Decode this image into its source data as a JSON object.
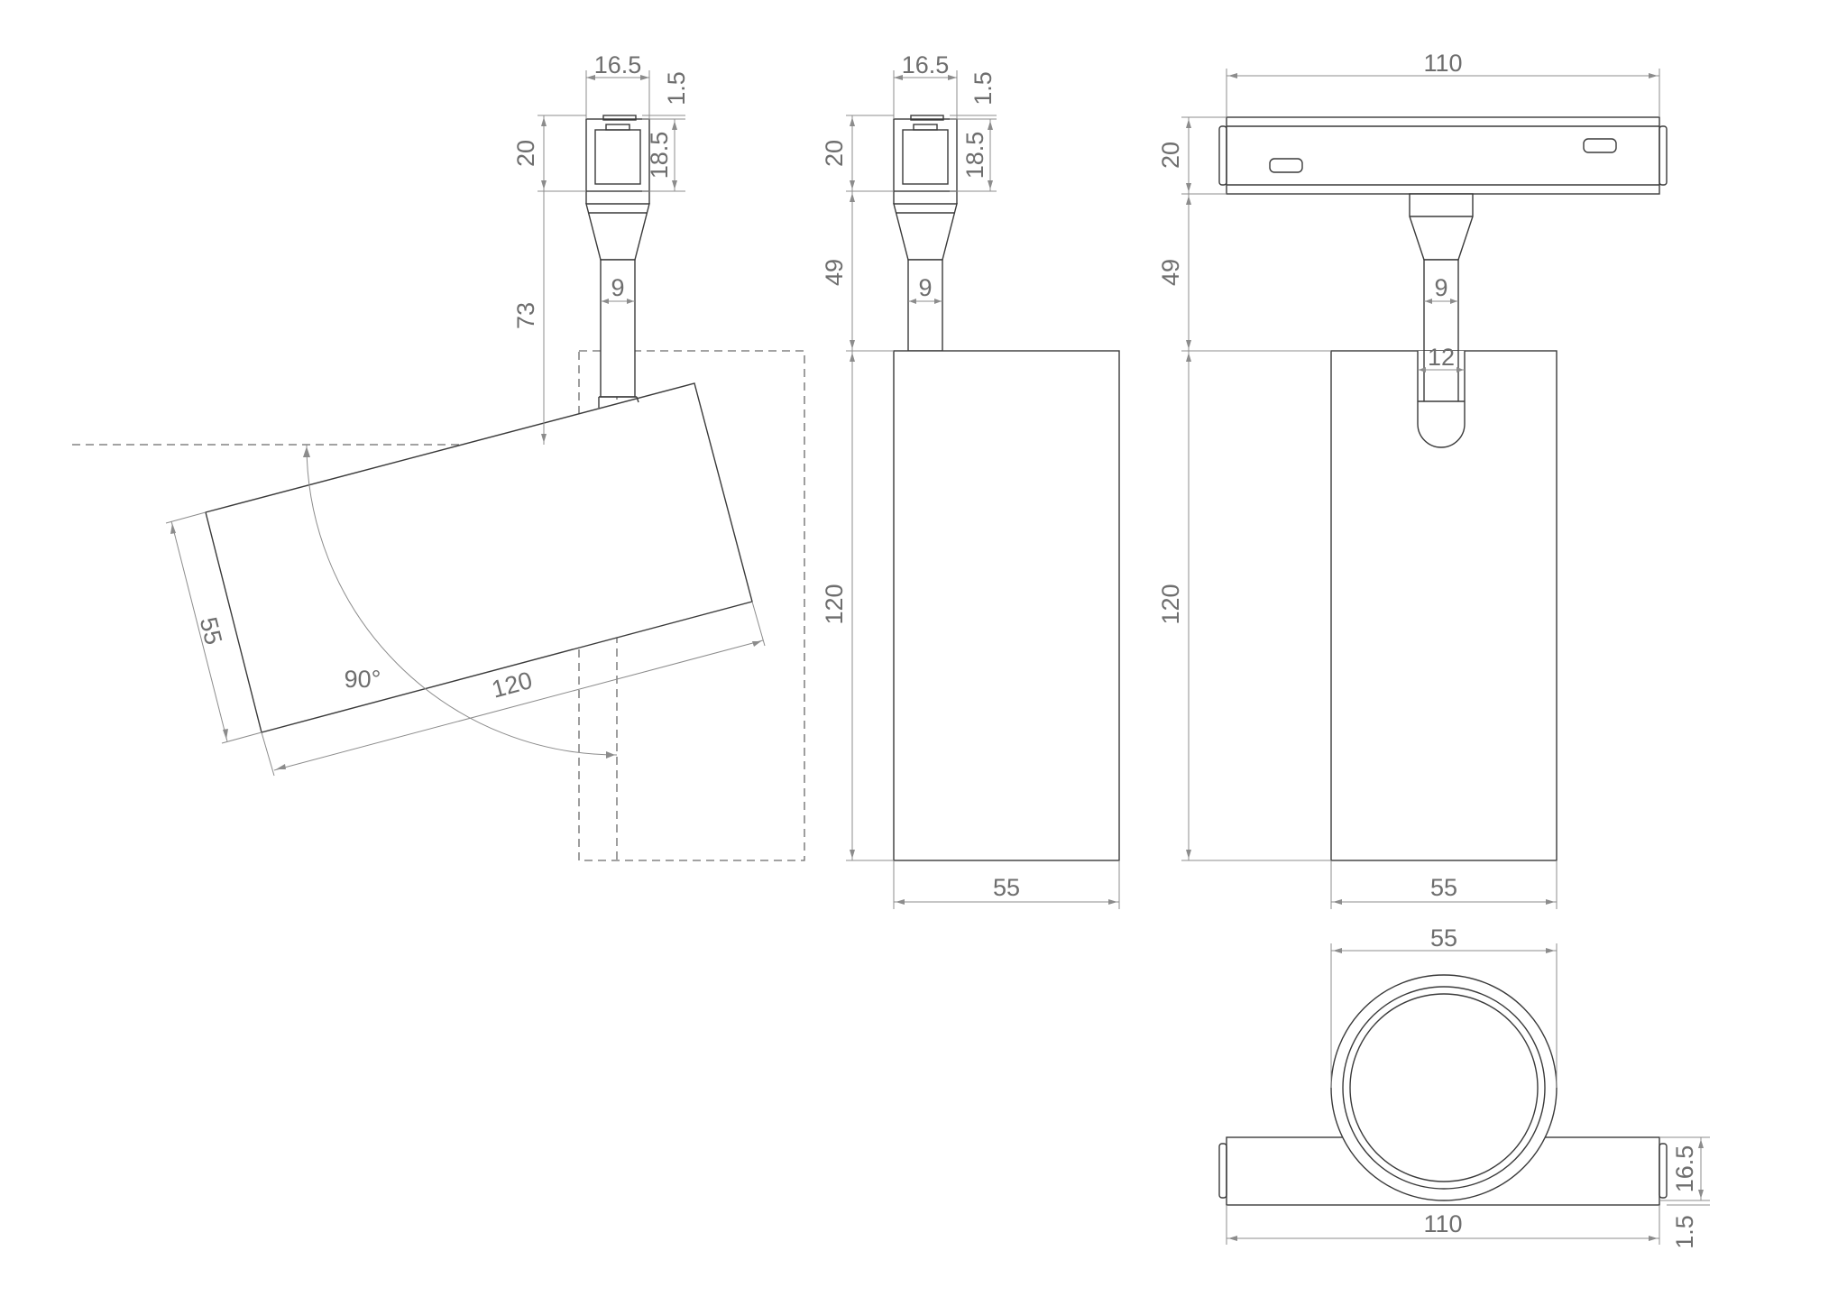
{
  "colors": {
    "line": "#3a3a3a",
    "dimension": "#8c8c8c",
    "text": "#6e6e6e",
    "background": "#ffffff"
  },
  "labels": {
    "v1_head_width": "16.5",
    "v1_head_gap": "1.5",
    "v1_head_height": "20",
    "v1_inner_height": "18.5",
    "v1_total_height": "73",
    "v1_stem_width": "9",
    "v1_body_width": "55",
    "v1_body_length": "120",
    "v1_angle": "90°",
    "v2_head_width": "16.5",
    "v2_head_gap": "1.5",
    "v2_head_height": "20",
    "v2_inner_height": "18.5",
    "v2_stem_height": "49",
    "v2_stem_width": "9",
    "v2_body_height": "120",
    "v2_body_width": "55",
    "v3_track_length": "110",
    "v3_track_height": "20",
    "v3_stem_height": "49",
    "v3_stem_width": "9",
    "v3_pivot_width": "12",
    "v3_body_height": "120",
    "v3_body_width": "55",
    "v4_diameter": "55",
    "v4_track_length": "110",
    "v4_track_depth": "16.5",
    "v4_track_gap": "1.5"
  }
}
